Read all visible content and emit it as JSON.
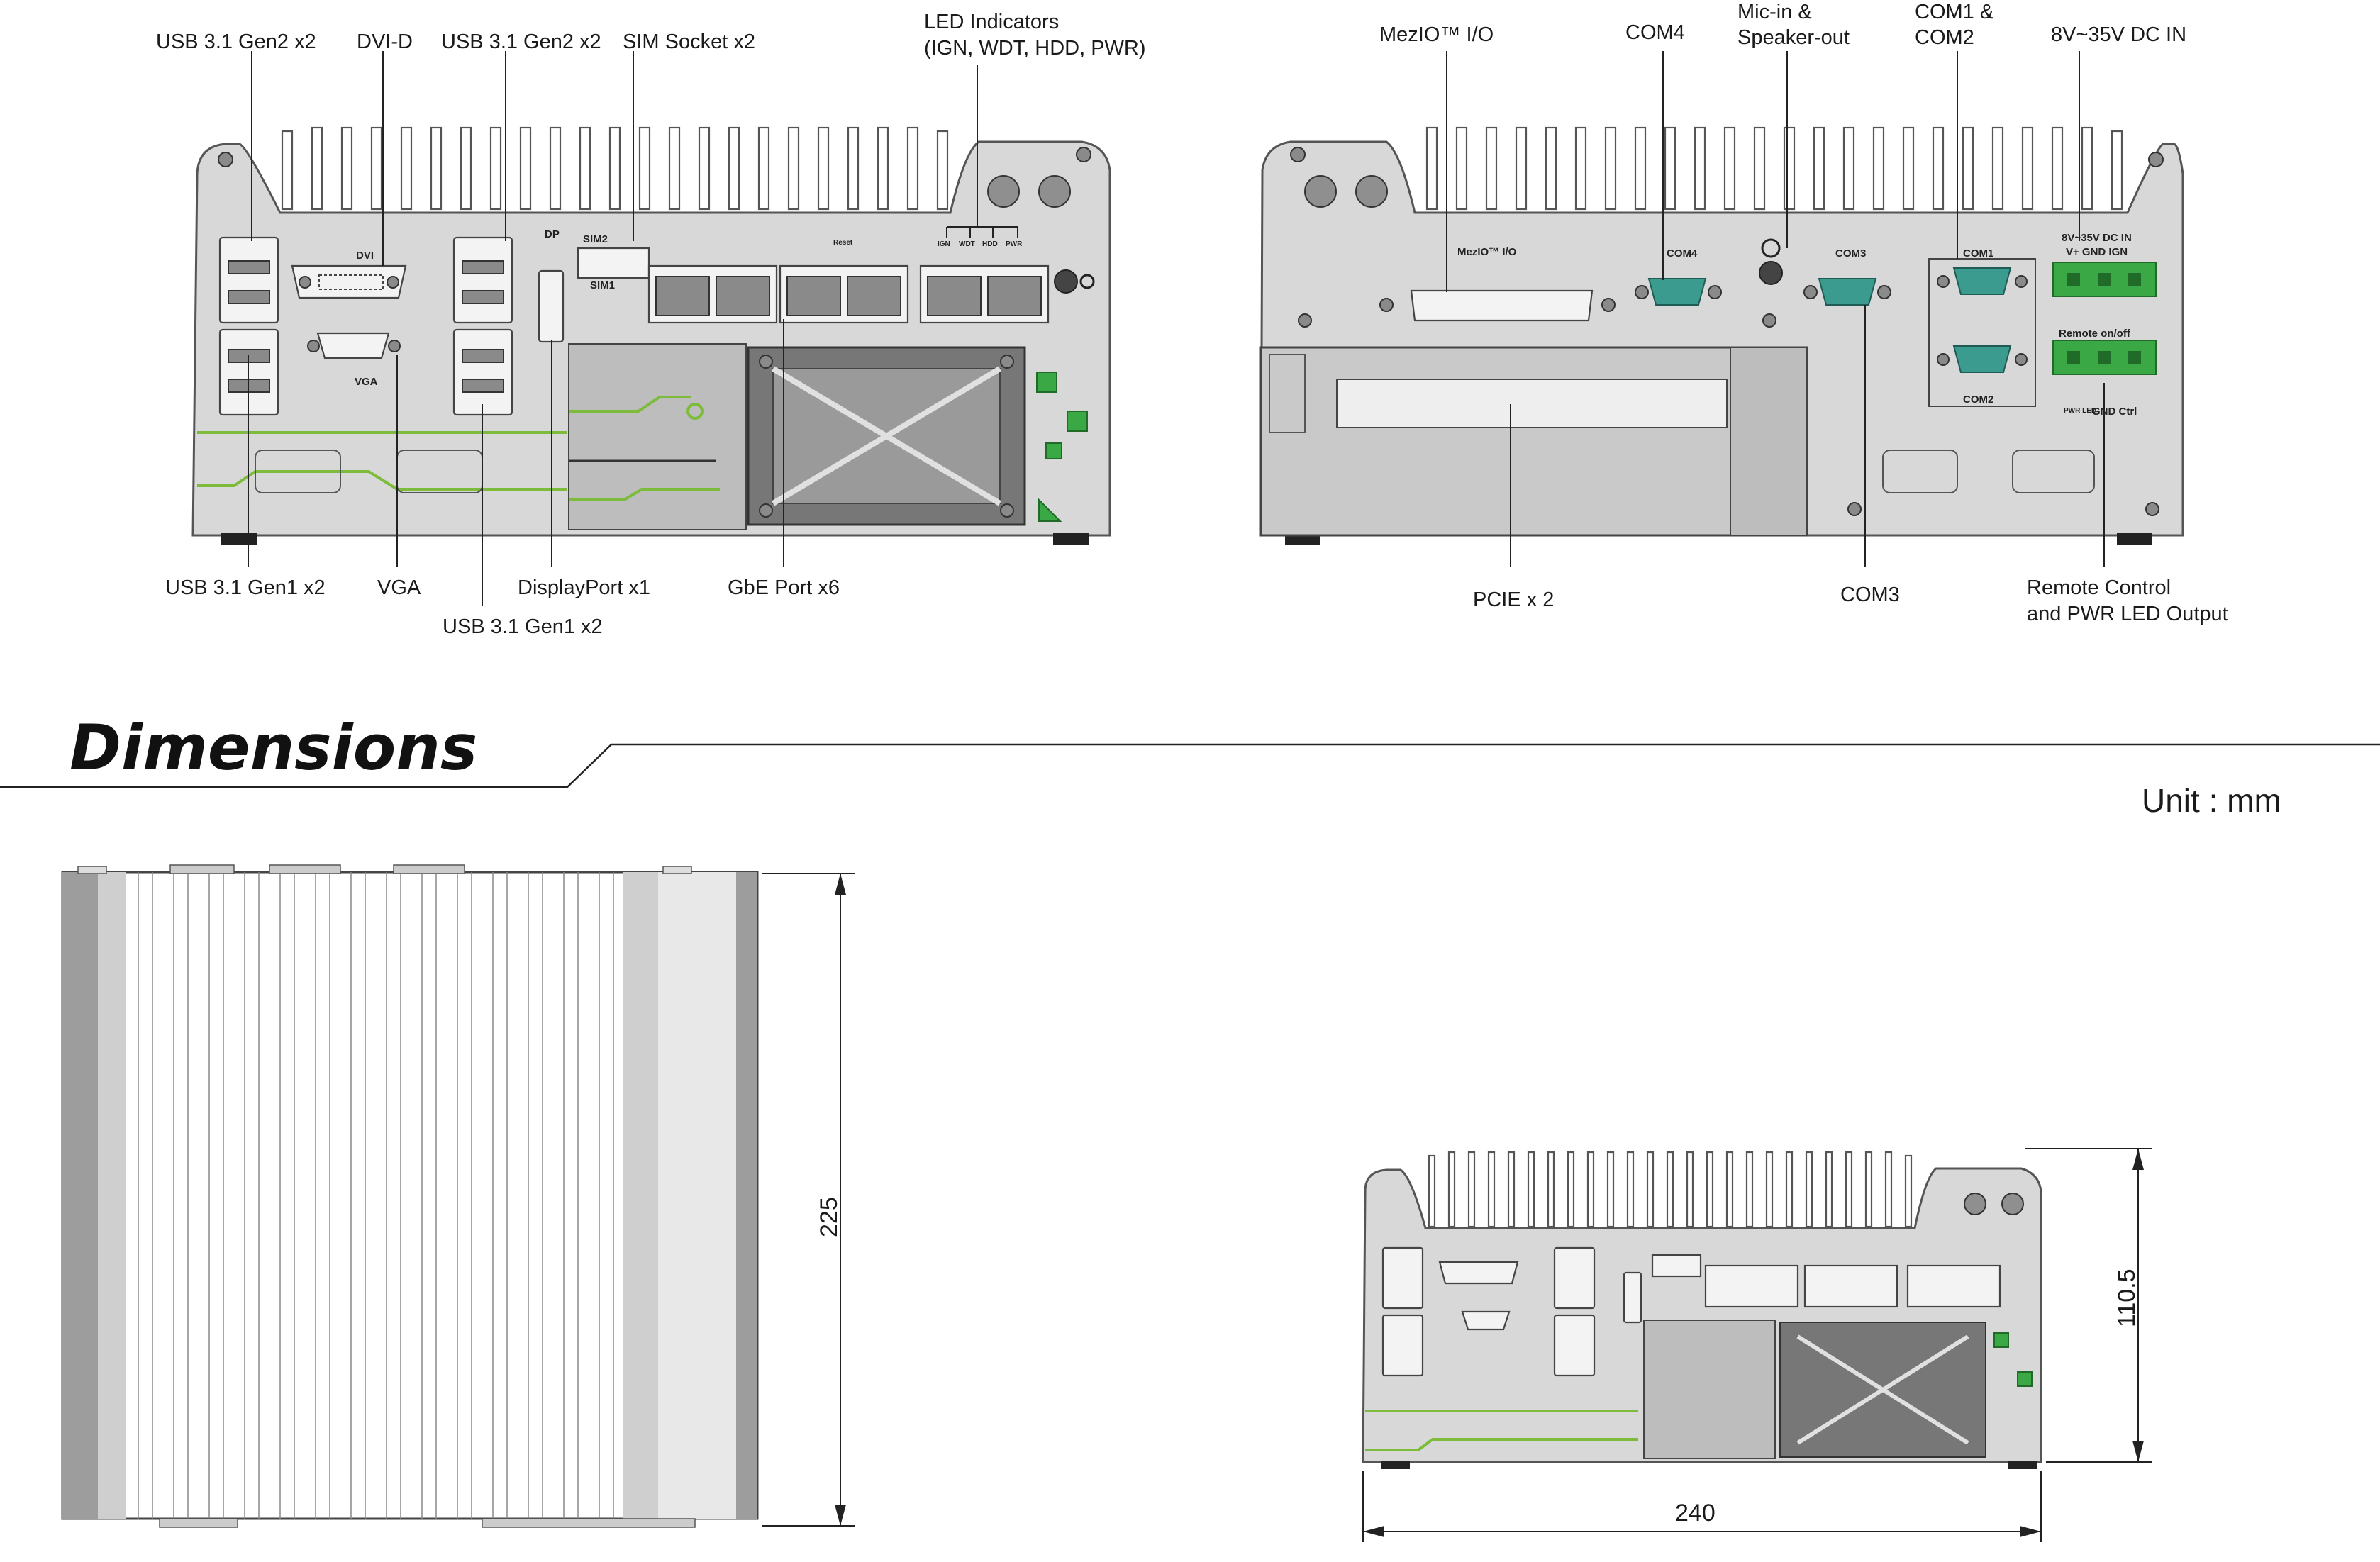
{
  "front_view": {
    "labels_top": [
      {
        "id": "usb31g2-a",
        "text": "USB 3.1 Gen2 x2"
      },
      {
        "id": "dvi",
        "text": "DVI-D"
      },
      {
        "id": "usb31g2-b",
        "text": "USB 3.1 Gen2 x2"
      },
      {
        "id": "sim",
        "text": "SIM Socket x2"
      },
      {
        "id": "led1",
        "text": "LED Indicators"
      },
      {
        "id": "led2",
        "text": "(IGN, WDT, HDD, PWR)"
      }
    ],
    "labels_bottom": [
      {
        "id": "usb31g1-a",
        "text": "USB 3.1 Gen1 x2"
      },
      {
        "id": "vga",
        "text": "VGA"
      },
      {
        "id": "usb31g1-b",
        "text": "USB 3.1 Gen1 x2"
      },
      {
        "id": "dp",
        "text": "DisplayPort x1"
      },
      {
        "id": "gbe",
        "text": "GbE Port x6"
      }
    ],
    "panel_text": {
      "dvi": "DVI",
      "vga": "VGA",
      "dp": "DP",
      "sim2": "SIM2",
      "sim1": "SIM1",
      "reset": "Reset",
      "ign": "IGN",
      "wdt": "WDT",
      "hdd": "HDD",
      "pwr": "PWR"
    }
  },
  "rear_view": {
    "labels_top": [
      {
        "id": "mezio",
        "text": "MezIO™ I/O"
      },
      {
        "id": "com4",
        "text": "COM4"
      },
      {
        "id": "mic1",
        "text": "Mic-in &"
      },
      {
        "id": "mic2",
        "text": "Speaker-out"
      },
      {
        "id": "com12a",
        "text": "COM1 &"
      },
      {
        "id": "com12b",
        "text": "COM2"
      },
      {
        "id": "dcin",
        "text": "8V~35V DC IN"
      }
    ],
    "labels_bottom": [
      {
        "id": "pcie",
        "text": "PCIE x 2"
      },
      {
        "id": "com3",
        "text": "COM3"
      },
      {
        "id": "remote1",
        "text": "Remote Control"
      },
      {
        "id": "remote2",
        "text": "and PWR LED Output"
      }
    ],
    "panel_text": {
      "mezio": "MezIO™ I/O",
      "com4": "COM4",
      "com3": "COM3",
      "com1": "COM1",
      "com2": "COM2",
      "dcin": "8V~35V DC IN",
      "dcpins": "V+ GND IGN",
      "remote": "Remote on/off",
      "pwrled": "PWR LED",
      "gndctrl": "GND Ctrl"
    }
  },
  "dimensions": {
    "title": "Dimensions",
    "unit": "Unit : mm",
    "depth": "225",
    "width": "240",
    "height": "110.5"
  },
  "colors": {
    "terminal_green": "#3aa845",
    "serial_teal": "#3c9b8f",
    "pcb_trace": "#7cbc3a"
  }
}
